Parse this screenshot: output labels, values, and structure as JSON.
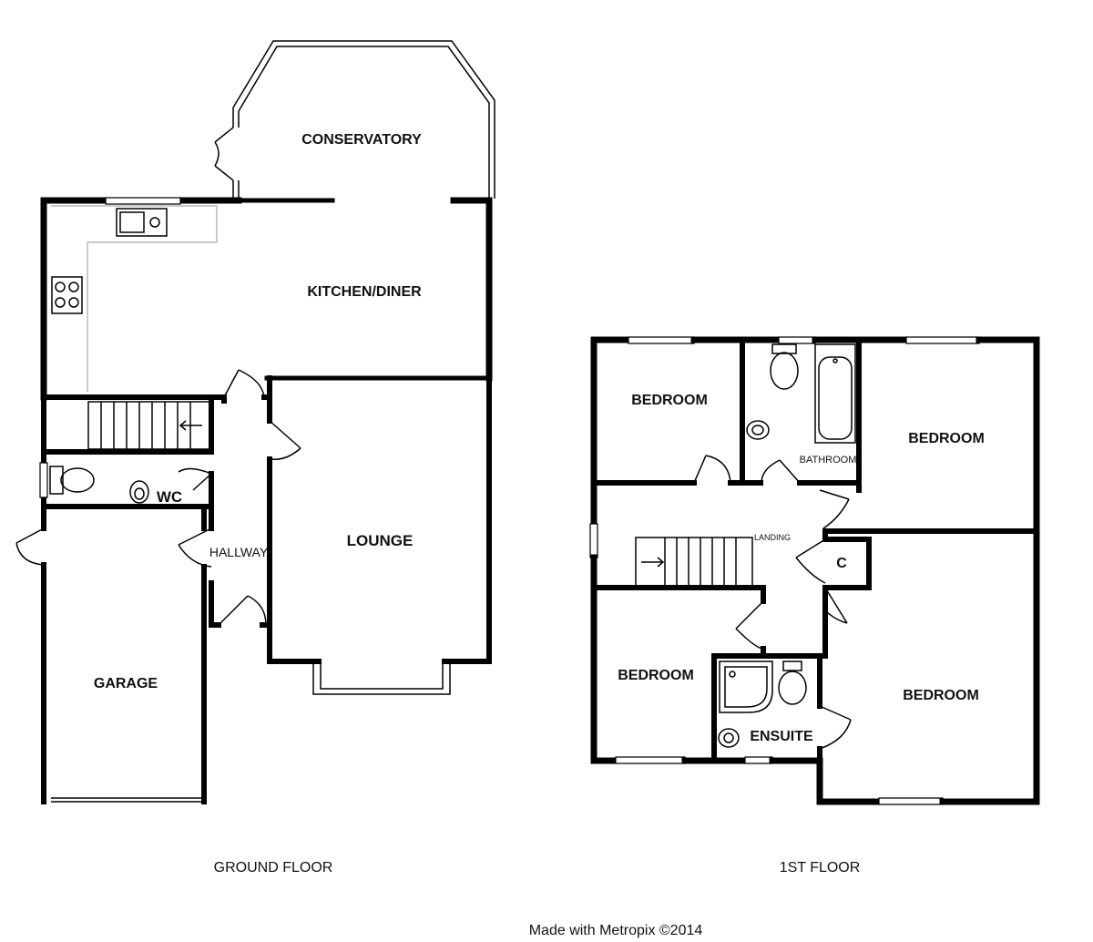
{
  "ground_floor": {
    "caption": "GROUND FLOOR",
    "rooms": {
      "conservatory": "CONSERVATORY",
      "kitchen_diner": "KITCHEN/DINER",
      "wc": "WC",
      "hallway": "HALLWAY",
      "lounge": "LOUNGE",
      "garage": "GARAGE"
    }
  },
  "first_floor": {
    "caption": "1ST FLOOR",
    "rooms": {
      "bedroom_nw": "BEDROOM",
      "bathroom": "BATHROOM",
      "bedroom_ne": "BEDROOM",
      "landing": "LANDING",
      "cupboard": "C",
      "bedroom_sw": "BEDROOM",
      "ensuite": "ENSUITE",
      "bedroom_se": "BEDROOM"
    }
  },
  "footer": {
    "credit": "Made with Metropix ©2014"
  }
}
